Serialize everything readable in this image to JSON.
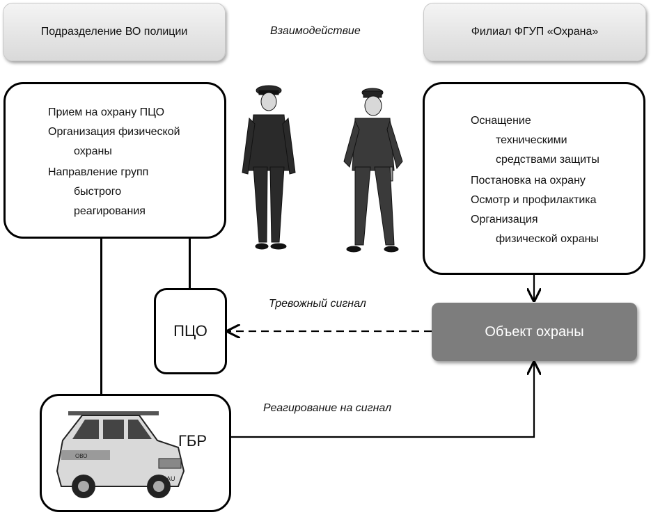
{
  "header_left": "Подразделение ВО полиции",
  "header_middle": "Взаимодействие",
  "header_right": "Филиал ФГУП «Охрана»",
  "left_box_items": [
    "Прием на охрану ПЦО",
    "Организация физической",
    "охраны",
    "Направление групп",
    "быстрого",
    "реагирования"
  ],
  "right_box_items": [
    "Оснащение",
    "техническими",
    "средствами защиты",
    "Постановка на охрану",
    "Осмотр и профилактика",
    "Организация",
    "физической охраны"
  ],
  "pco_label": "ПЦО",
  "object_label": "Объект охраны",
  "alarm_label": "Тревожный сигнал",
  "response_label": "Реагирование на сигнал",
  "gbr_label": "ГБР",
  "car_text": [
    "SAU",
    "ОВО"
  ],
  "colors": {
    "object_box": "#7d7d7d",
    "header_bg": "#e3e3e3"
  }
}
